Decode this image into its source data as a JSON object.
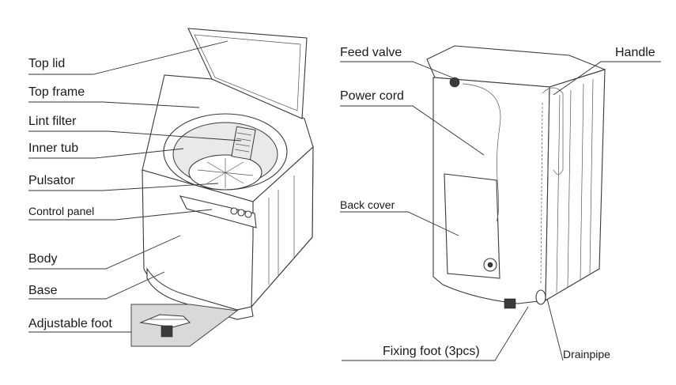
{
  "left_labels": {
    "top_lid": "Top lid",
    "top_frame": "Top frame",
    "lint_filter": "Lint filter",
    "inner_tub": "Inner tub",
    "pulsator": "Pulsator",
    "control_panel": "Control panel",
    "body": "Body",
    "base": "Base",
    "adjustable_foot": "Adjustable foot"
  },
  "right_labels": {
    "feed_valve": "Feed valve",
    "handle": "Handle",
    "power_cord": "Power cord",
    "back_cover": "Back cover",
    "fixing_foot": "Fixing foot (3pcs)",
    "drainpipe": "Drainpipe"
  },
  "colors": {
    "line": "#333333",
    "text": "#1a1a1a",
    "inset_fill": "#d9d9d9"
  }
}
